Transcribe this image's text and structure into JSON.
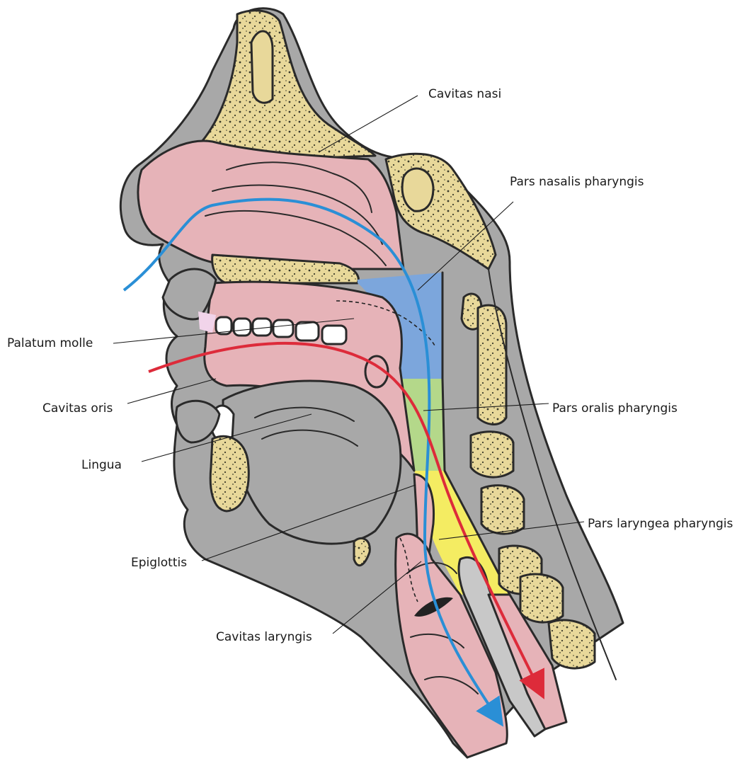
{
  "labels": {
    "cavitas_nasi": "Cavitas nasi",
    "pars_nasalis": "Pars nasalis pharyngis",
    "palatum_molle": "Palatum molle",
    "cavitas_oris": "Cavitas oris",
    "pars_oralis": "Pars oralis pharyngis",
    "lingua": "Lingua",
    "pars_laryngea": "Pars laryngea pharyngis",
    "epiglottis": "Epiglottis",
    "cavitas_laryngis": "Cavitas laryngis"
  },
  "colors": {
    "soft_tissue": "#a8a8a8",
    "mucosa": "#e6b3b8",
    "bone": "#e8d89a",
    "bone_dots": "#3a3a2a",
    "pars_nasalis": "#7ca6dc",
    "pars_oralis": "#b4d88a",
    "pars_laryngea": "#f4ec62",
    "air_path": "#2a8fd6",
    "food_path": "#dd2b3a",
    "tooth": "#ffffff",
    "outline": "#2a2a2a"
  },
  "pathways": [
    {
      "name": "air-path",
      "color_key": "air_path"
    },
    {
      "name": "food-path",
      "color_key": "food_path"
    }
  ]
}
